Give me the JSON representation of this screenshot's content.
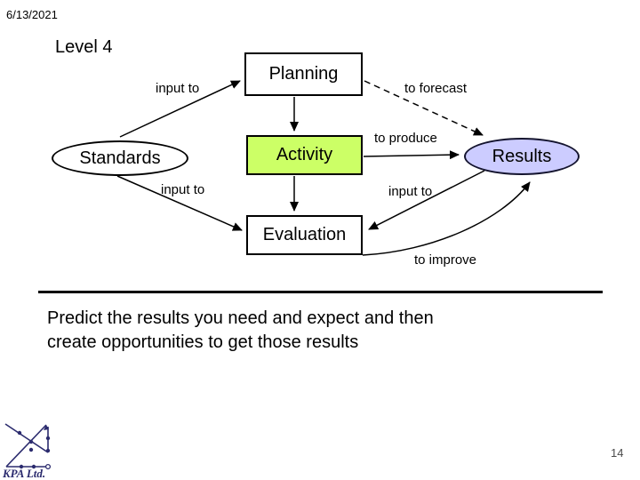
{
  "slide": {
    "date": "6/13/2021",
    "title": "Level 4",
    "page_number": "14"
  },
  "diagram": {
    "nodes": [
      {
        "id": "planning",
        "label": "Planning",
        "shape": "rect",
        "fill": "#ffffff"
      },
      {
        "id": "activity",
        "label": "Activity",
        "shape": "rect",
        "fill": "#ccff66"
      },
      {
        "id": "evaluation",
        "label": "Evaluation",
        "shape": "rect",
        "fill": "#ffffff"
      },
      {
        "id": "standards",
        "label": "Standards",
        "shape": "ellipse",
        "fill": "#ffffff"
      },
      {
        "id": "results",
        "label": "Results",
        "shape": "ellipse",
        "fill": "#ccccff"
      }
    ],
    "edges": [
      {
        "from": "standards",
        "to": "planning",
        "label": "input to",
        "style": "solid-arrow"
      },
      {
        "from": "planning",
        "to": "activity",
        "label": "",
        "style": "solid-arrow"
      },
      {
        "from": "planning",
        "to": "results",
        "label": "to forecast",
        "style": "dashed-arrow"
      },
      {
        "from": "activity",
        "to": "results",
        "label": "to produce",
        "style": "solid-arrow"
      },
      {
        "from": "standards",
        "to": "evaluation",
        "label": "input to",
        "style": "solid-arrow"
      },
      {
        "from": "results",
        "to": "evaluation",
        "label": "input to",
        "style": "solid-arrow"
      },
      {
        "from": "activity",
        "to": "evaluation",
        "label": "",
        "style": "solid-arrow"
      },
      {
        "from": "evaluation",
        "to": "results",
        "label": "to improve",
        "style": "curved-arrow"
      }
    ],
    "edge_labels": {
      "input_to_top": "input to",
      "to_forecast": "to forecast",
      "to_produce": "to produce",
      "input_to_left": "input to",
      "input_to_right": "input to",
      "to_improve": "to improve"
    }
  },
  "body_text": {
    "line1": "Predict the results you need and expect and then",
    "line2": "create opportunities to get those results"
  },
  "footer": {
    "logo_text": "KPA Ltd."
  },
  "colors": {
    "activity_fill": "#ccff66",
    "results_fill": "#ccccff",
    "logo_navy": "#2b2b6e",
    "line_color": "#000000"
  }
}
